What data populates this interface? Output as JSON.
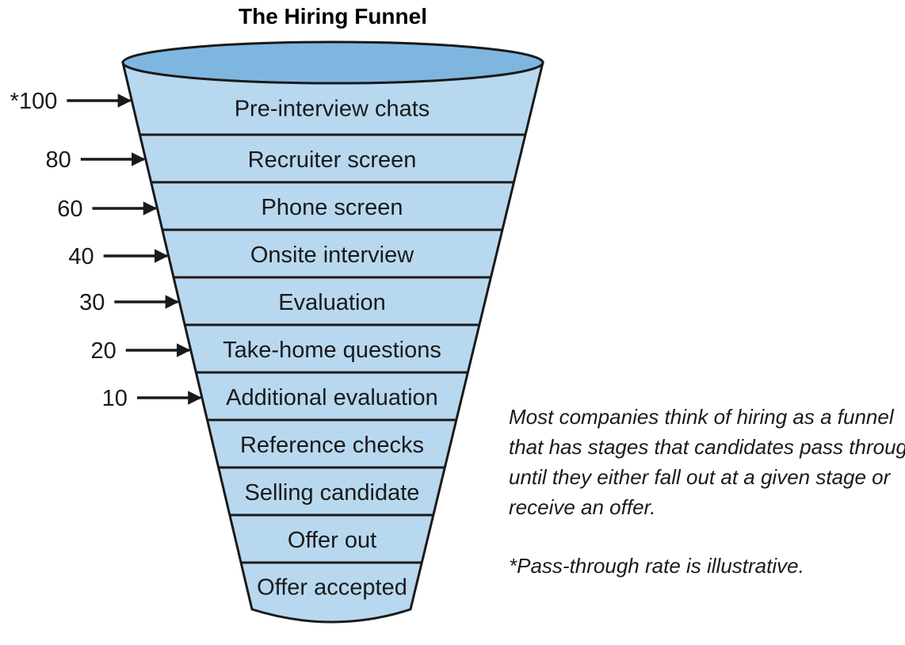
{
  "title": "The Hiring Funnel",
  "colors": {
    "funnel_fill": "#b8d8ef",
    "funnel_top": "#7fb6e0",
    "outline": "#1a1a1a",
    "text": "#1a1a1a"
  },
  "stages": [
    "Pre-interview chats",
    "Recruiter screen",
    "Phone screen",
    "Onsite interview",
    "Evaluation",
    "Take-home questions",
    "Additional evaluation",
    "Reference checks",
    "Selling candidate",
    "Offer out",
    "Offer accepted"
  ],
  "rates": [
    {
      "label": "*100",
      "stage": "Pre-interview chats"
    },
    {
      "label": "80",
      "stage": "Recruiter screen"
    },
    {
      "label": "60",
      "stage": "Phone screen"
    },
    {
      "label": "40",
      "stage": "Onsite interview"
    },
    {
      "label": "30",
      "stage": "Evaluation"
    },
    {
      "label": "20",
      "stage": "Take-home questions"
    },
    {
      "label": "10",
      "stage": "Additional evaluation"
    }
  ],
  "note": {
    "lines": [
      "Most companies think of hiring as a funnel",
      "that has stages that candidates pass through",
      "until they either fall out at a given stage or",
      "receive an offer."
    ],
    "footnote": "*Pass-through rate is illustrative."
  }
}
